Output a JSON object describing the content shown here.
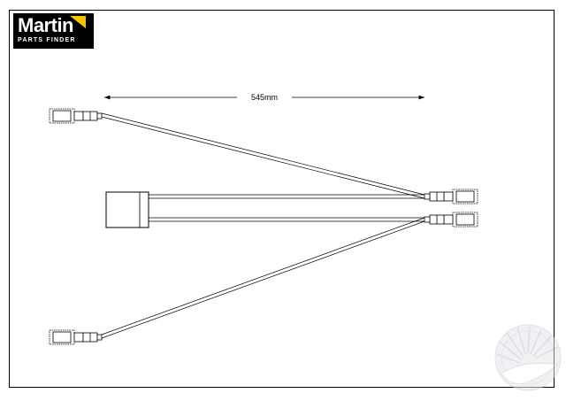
{
  "logo": {
    "brand": "Martin",
    "subtitle": "PARTS FINDER",
    "accent_color": "#f2c200"
  },
  "dimension": {
    "label": "545mm"
  },
  "icons": {
    "watermark": "martin-globe-watermark-icon"
  }
}
